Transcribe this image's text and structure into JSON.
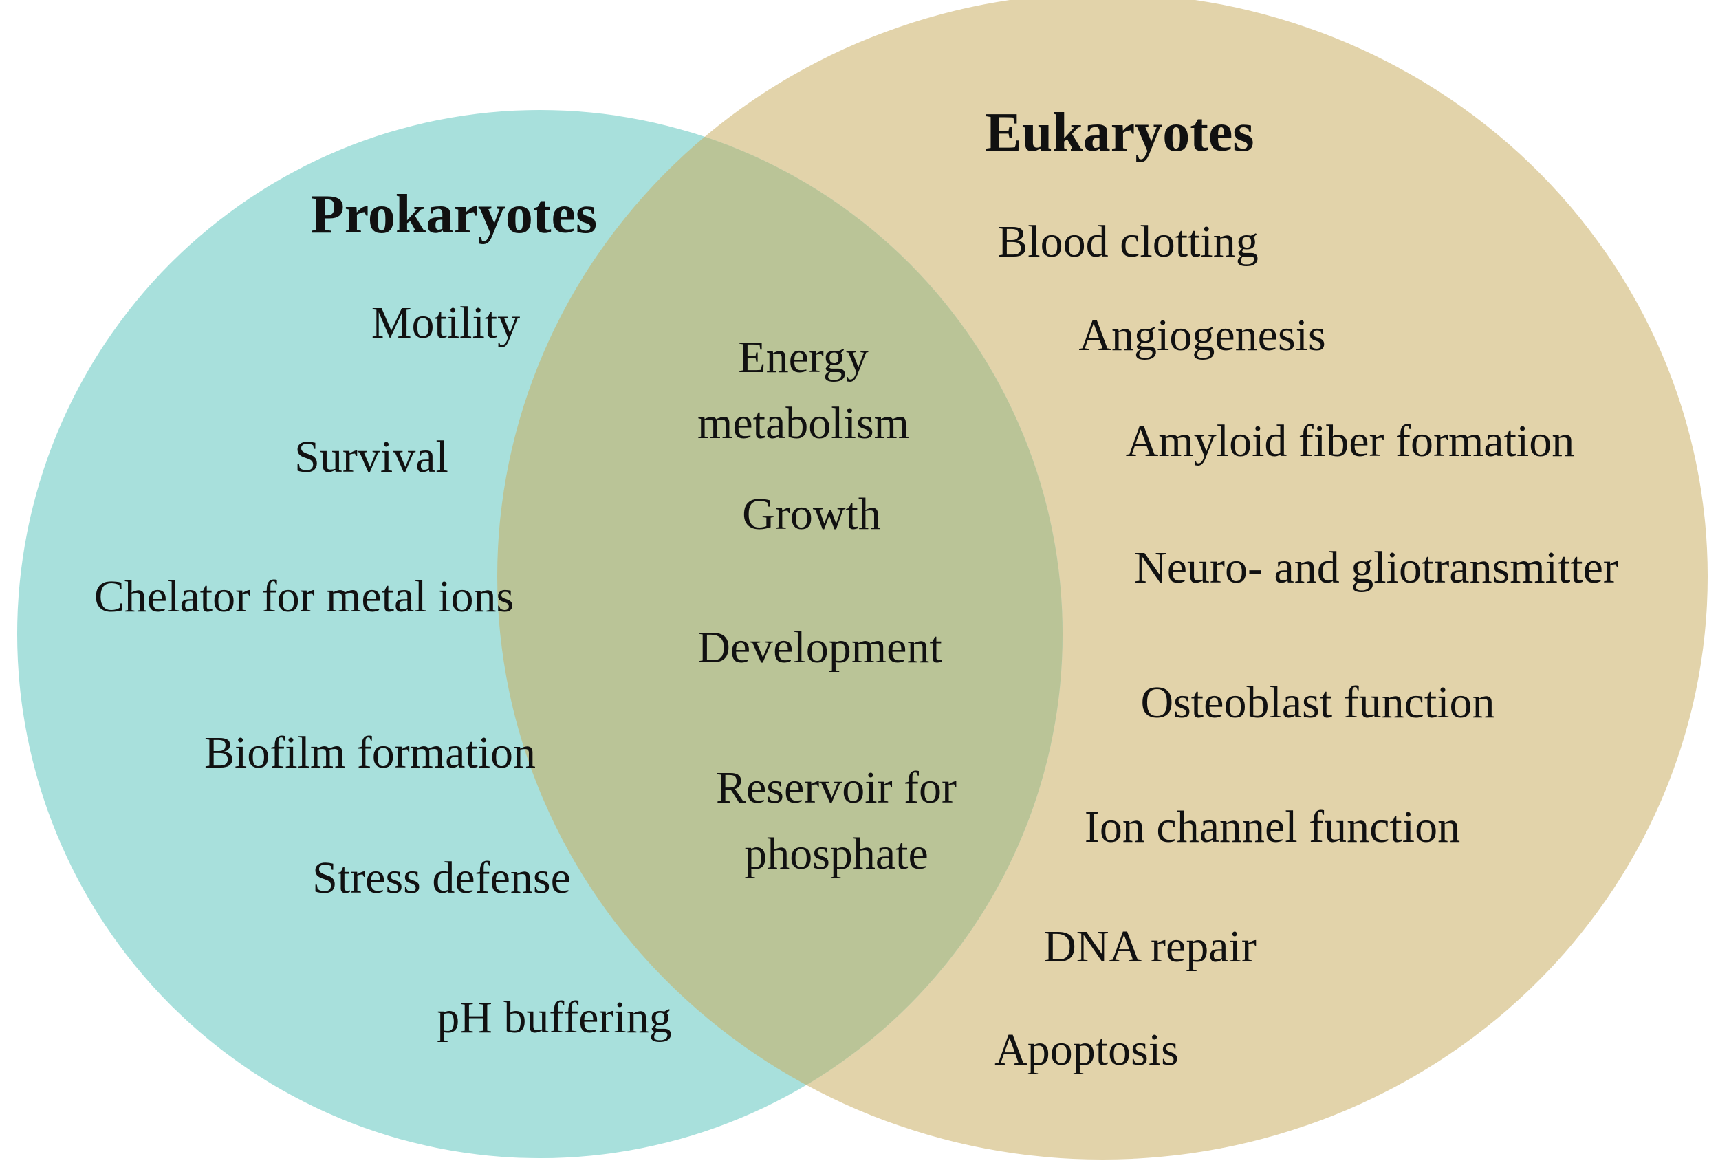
{
  "colors": {
    "prokaryotes_fill": "#a8e0dc",
    "eukaryotes_fill": "#e2d3aa",
    "overlap_fill": "#bac497",
    "text": "#111111"
  },
  "prokaryotes": {
    "title": "Prokaryotes",
    "items": [
      "Motility",
      "Survival",
      "Chelator for metal ions",
      "Biofilm formation",
      "Stress defense",
      "pH buffering"
    ]
  },
  "shared": {
    "items": [
      "Energy metabolism",
      "Growth",
      "Development",
      "Reservoir for phosphate"
    ]
  },
  "eukaryotes": {
    "title": "Eukaryotes",
    "items": [
      "Blood clotting",
      "Angiogenesis",
      "Amyloid fiber formation",
      "Neuro- and gliotransmitter",
      "Osteoblast function",
      "Ion channel function",
      "DNA repair",
      "Apoptosis"
    ]
  }
}
